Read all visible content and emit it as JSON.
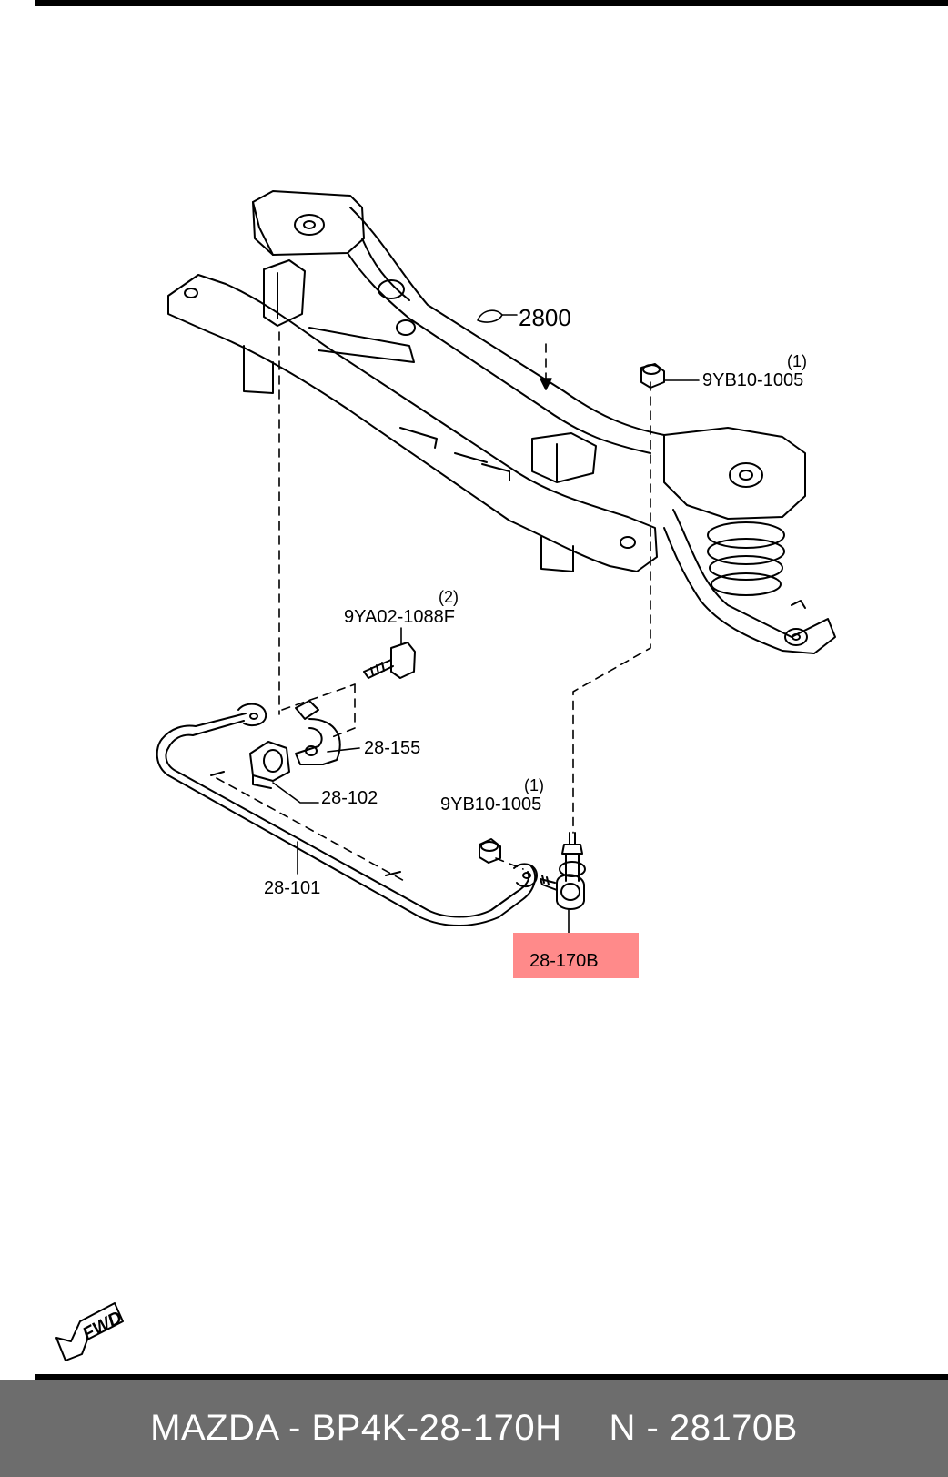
{
  "parts": {
    "subframe": "2800",
    "nut_upper": "9YB10-1005",
    "nut_upper_qty": "(1)",
    "bolt": "9YA02-1088F",
    "bolt_qty": "(2)",
    "bracket": "28-155",
    "bushing": "28-102",
    "stabilizer_bar": "28-101",
    "nut_lower": "9YB10-1005",
    "nut_lower_qty": "(1)",
    "link": "28-170B"
  },
  "highlight_color": "#ff8a8a",
  "fwd_label": "FWD",
  "footer": {
    "oem": "MAZDA - BP4K-28-170H",
    "part": "N - 28170B"
  }
}
